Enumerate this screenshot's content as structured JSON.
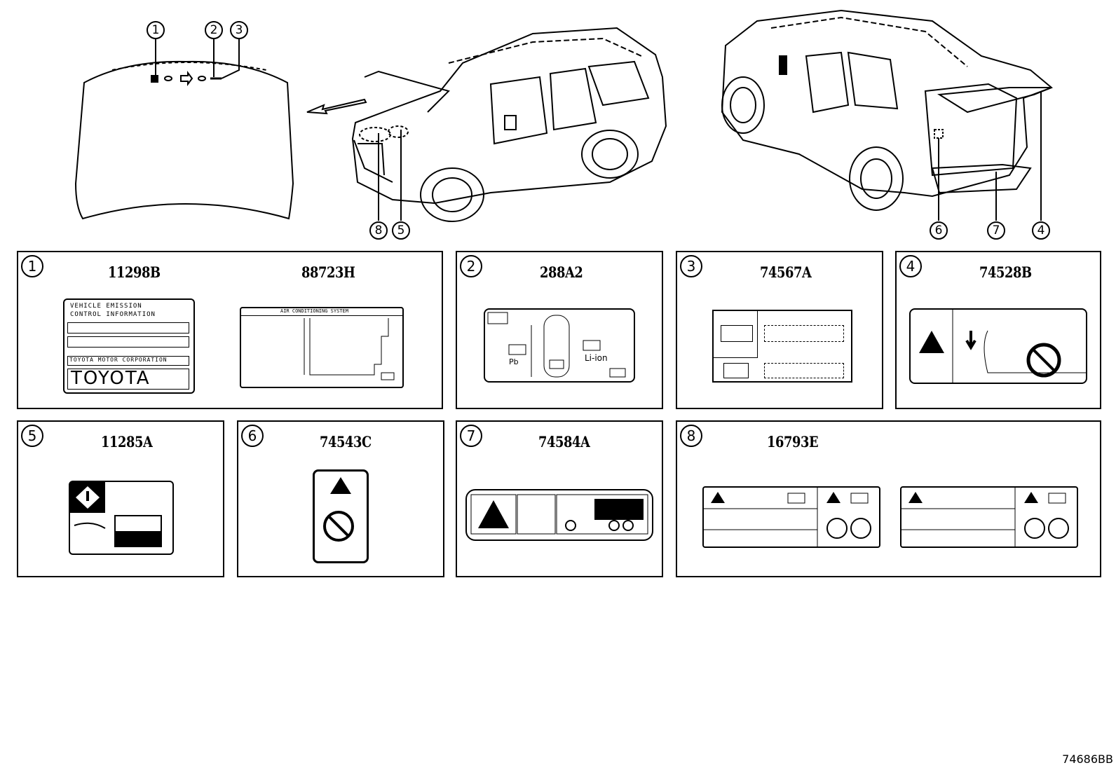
{
  "callouts": {
    "c1": "1",
    "c2": "2",
    "c3": "3",
    "c4": "4",
    "c5": "5",
    "c6": "6",
    "c7": "7",
    "c8": "8"
  },
  "panels": [
    {
      "num": "1",
      "parts": [
        "11298B",
        "88723H"
      ]
    },
    {
      "num": "2",
      "parts": [
        "288A2"
      ]
    },
    {
      "num": "3",
      "parts": [
        "74567A"
      ]
    },
    {
      "num": "4",
      "parts": [
        "74528B"
      ]
    },
    {
      "num": "5",
      "parts": [
        "11285A"
      ]
    },
    {
      "num": "6",
      "parts": [
        "74543C"
      ]
    },
    {
      "num": "7",
      "parts": [
        "74584A"
      ]
    },
    {
      "num": "8",
      "parts": [
        "16793E"
      ]
    }
  ],
  "labels": {
    "emission_line1": "VEHICLE EMISSION",
    "emission_line2": "CONTROL INFORMATION",
    "emission_corp": "TOYOTA MOTOR CORPORATION",
    "emission_brand": "TOYOTA",
    "ac_title": "AIR CONDITIONING SYSTEM",
    "battery_pb": "Pb",
    "battery_liion": "Li-ion"
  },
  "illustration_code": "74686BB"
}
